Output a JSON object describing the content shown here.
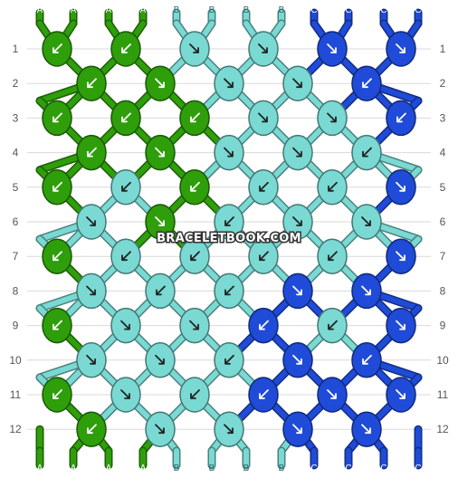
{
  "watermark": "BRACELETBOOK.COM",
  "colors": {
    "A": "#2e9e0a",
    "B": "#7ad9d3",
    "C": "#1f4bd8"
  },
  "strands_top": [
    "A",
    "A",
    "A",
    "A",
    "B",
    "B",
    "B",
    "B",
    "C",
    "C",
    "C",
    "C"
  ],
  "strands_bottom": [
    "A",
    "A",
    "A",
    "A",
    "B",
    "B",
    "B",
    "B",
    "C",
    "C",
    "C",
    "C"
  ],
  "row_numbers": [
    "1",
    "2",
    "3",
    "4",
    "5",
    "6",
    "7",
    "8",
    "9",
    "10",
    "11",
    "12"
  ],
  "knots": [
    [
      "A:fw-left",
      "A:fw-left",
      "B:fw-right",
      "B:fw-right",
      "C:fw-right",
      "C:fw-right"
    ],
    [
      "A:fw-left",
      "A:fw-right",
      "B:fw-right",
      "B:fw-right",
      "C:fw-left"
    ],
    [
      "A:fw-left",
      "A:fw-left",
      "A:fw-left",
      "B:fw-right",
      "B:fw-right",
      "C:fw-left"
    ],
    [
      "A:fw-left",
      "A:fw-right",
      "B:fw-right",
      "B:fw-right",
      "B:fw-left"
    ],
    [
      "A:fw-left",
      "B:fw-left",
      "A:fw-left",
      "B:fw-left",
      "B:fw-left",
      "C:fw-right"
    ],
    [
      "B:fw-right",
      "A:fw-right",
      "B:fw-left",
      "B:fw-right",
      "B:fw-right"
    ],
    [
      "A:fw-left",
      "B:fw-left",
      "B:fw-left",
      "B:fw-left",
      "B:fw-left",
      "C:fw-right"
    ],
    [
      "B:fw-right",
      "B:fw-left",
      "B:fw-left",
      "C:fw-right",
      "C:fw-right"
    ],
    [
      "A:fw-left",
      "B:fw-right",
      "B:fw-right",
      "C:fw-left",
      "B:fw-left",
      "C:fw-right"
    ],
    [
      "B:fw-right",
      "B:fw-right",
      "B:fw-left",
      "C:fw-right",
      "C:fw-left"
    ],
    [
      "A:fw-left",
      "B:fw-right",
      "B:fw-left",
      "C:fw-left",
      "C:fw-right",
      "C:fw-right"
    ],
    [
      "A:fw-left",
      "B:fw-right",
      "B:fw-right",
      "C:fw-right",
      "C:fw-right"
    ]
  ]
}
